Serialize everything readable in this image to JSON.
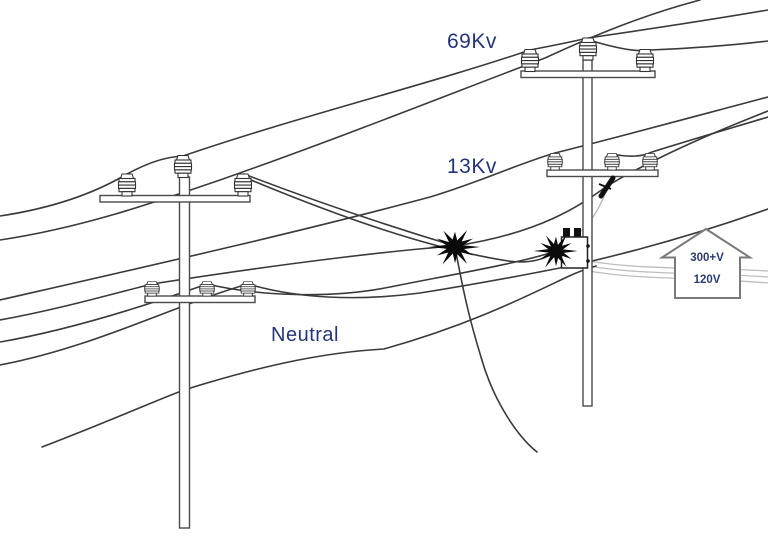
{
  "diagram": {
    "type": "utility-pole-fault-diagram",
    "labels": {
      "transmission_69kv": "69Kv",
      "distribution_13kv": "13Kv",
      "neutral": "Neutral"
    },
    "house": {
      "over_voltage": "300+V",
      "normal_voltage": "120V"
    },
    "icons": {
      "fault_1": "fault-burst-icon",
      "fault_2": "fault-burst-icon",
      "transformer": "transformer-icon",
      "fuse_cutout": "fuse-cutout-icon",
      "house": "house-icon",
      "insulator": "insulator-icon"
    },
    "colors": {
      "label_text": "#25357c",
      "house_text": "#2b3c74",
      "wire": "#3a3a3a",
      "service_wire": "#bdbdbd",
      "house_outline": "#7a7a7a",
      "background": "#ffffff"
    }
  }
}
